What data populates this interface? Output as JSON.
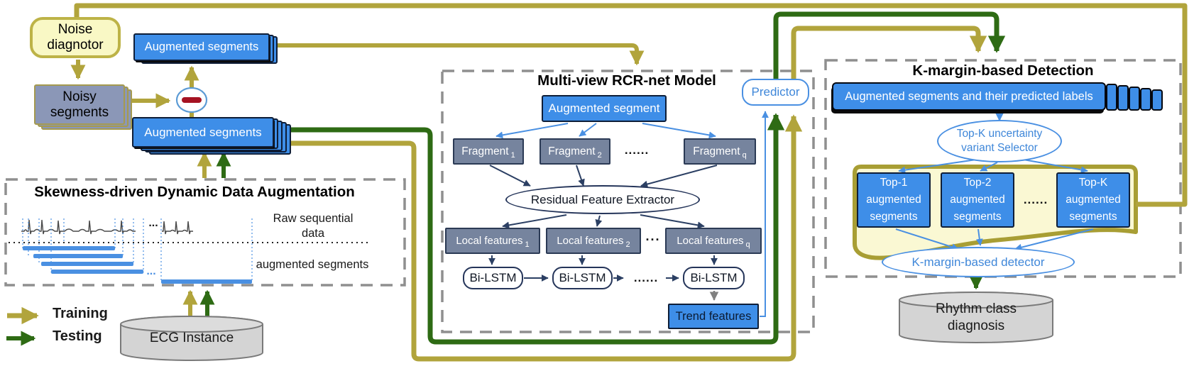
{
  "legend": {
    "training": "Training",
    "testing": "Testing"
  },
  "top_left": {
    "noise_diagnotor": "Noise diagnotor",
    "noisy_segments": "Noisy segments",
    "augmented_segments_top": "Augmented segments",
    "augmented_segments_bottom": "Augmented segments"
  },
  "augmentation": {
    "title": "Skewness-driven Dynamic Data Augmentation",
    "raw_label": "Raw sequential data",
    "aug_label": "augmented segments",
    "trace_dots": "...",
    "bar_dots": "...",
    "ecg_instance": "ECG Instance"
  },
  "model": {
    "title": "Multi-view RCR-net Model",
    "augmented_segment": "Augmented segment",
    "fragments": [
      {
        "label": "Fragment",
        "sub": "1"
      },
      {
        "label": "Fragment",
        "sub": "2"
      },
      {
        "label": "Fragment",
        "sub": "q"
      }
    ],
    "fragment_dots": "......",
    "extractor": "Residual Feature Extractor",
    "local_features": [
      {
        "label": "Local features",
        "sub": "1"
      },
      {
        "label": "Local features",
        "sub": "2"
      },
      {
        "label": "Local features",
        "sub": "q"
      }
    ],
    "local_dots": "···",
    "bilstm": [
      "Bi-LSTM",
      "Bi-LSTM",
      "Bi-LSTM"
    ],
    "bilstm_dots": "......",
    "trend_features": "Trend features",
    "predictor": "Predictor"
  },
  "detection": {
    "title": "K-margin-based Detection",
    "stack_label": "Augmented segments and their predicted labels",
    "selector": "Top-K uncertainty variant Selector",
    "top_boxes": [
      "Top-1 augmented segments",
      "Top-2 augmented segments",
      "Top-K augmented segments"
    ],
    "top_dots": "......",
    "detector": "K-margin-based detector",
    "diagnosis": "Rhythm class diagnosis"
  },
  "colors": {
    "olive": "#b1a43c",
    "green": "#2e6b14",
    "node_blue": "#3e8ee8",
    "node_slate": "#76849e",
    "light_yellow": "#f9f8c5",
    "link_blue": "#4a90e2",
    "minus_red": "#a51222"
  }
}
